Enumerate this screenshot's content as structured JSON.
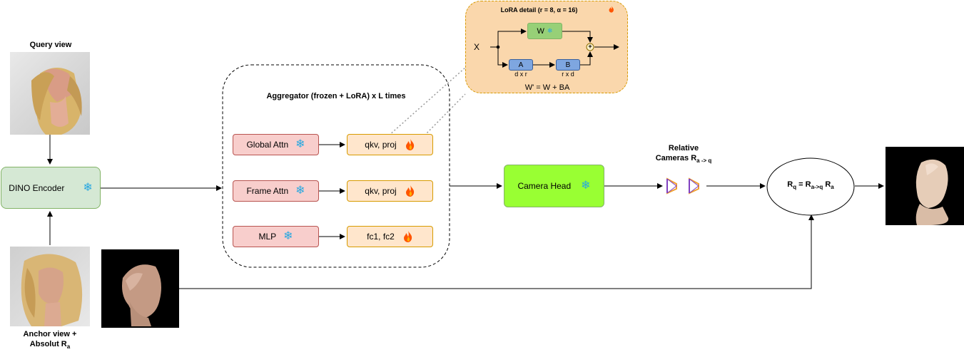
{
  "query": {
    "label": "Query view"
  },
  "anchor": {
    "label_line1": "Anchor view  +",
    "label_line2": "Absolut R",
    "label_sub": "a"
  },
  "encoder": {
    "label": "DINO Encoder"
  },
  "aggregator": {
    "title": "Aggregator (frozen + LoRA) x L times",
    "rows": [
      {
        "frozen": "Global Attn",
        "lora": "qkv, proj"
      },
      {
        "frozen": "Frame Attn",
        "lora": "qkv, proj"
      },
      {
        "frozen": "MLP",
        "lora": "fc1, fc2"
      }
    ]
  },
  "lora_detail": {
    "title": "LoRA detail (r = 8, α = 16)",
    "input": "X",
    "w": "W",
    "a": "A",
    "a_dim": "d x r",
    "b": "B",
    "b_dim": "r x d",
    "plus": "+",
    "formula": "W' = W + BA"
  },
  "camera_head": {
    "label": "Camera Head"
  },
  "relative": {
    "line1": "Relative",
    "line2": "Cameras R",
    "sub": "a -> q"
  },
  "compose": {
    "lhs": "R",
    "lhs_sub": "q",
    "eq": " = R",
    "mid_sub": "a->q",
    "rhs": " R",
    "rhs_sub": "a"
  },
  "icons": {
    "frozen": "snowflake-icon",
    "trainable": "flame-icon",
    "camera": "camera-frustum-icon"
  },
  "colors": {
    "encoder_fill": "#d5e8d4",
    "encoder_border": "#82b366",
    "frozen_fill": "#f8cecc",
    "lora_fill": "#ffe6cc",
    "camera_head_fill": "#99ff33",
    "snowflake": "#29a8e0",
    "flame": "#ff5500"
  }
}
